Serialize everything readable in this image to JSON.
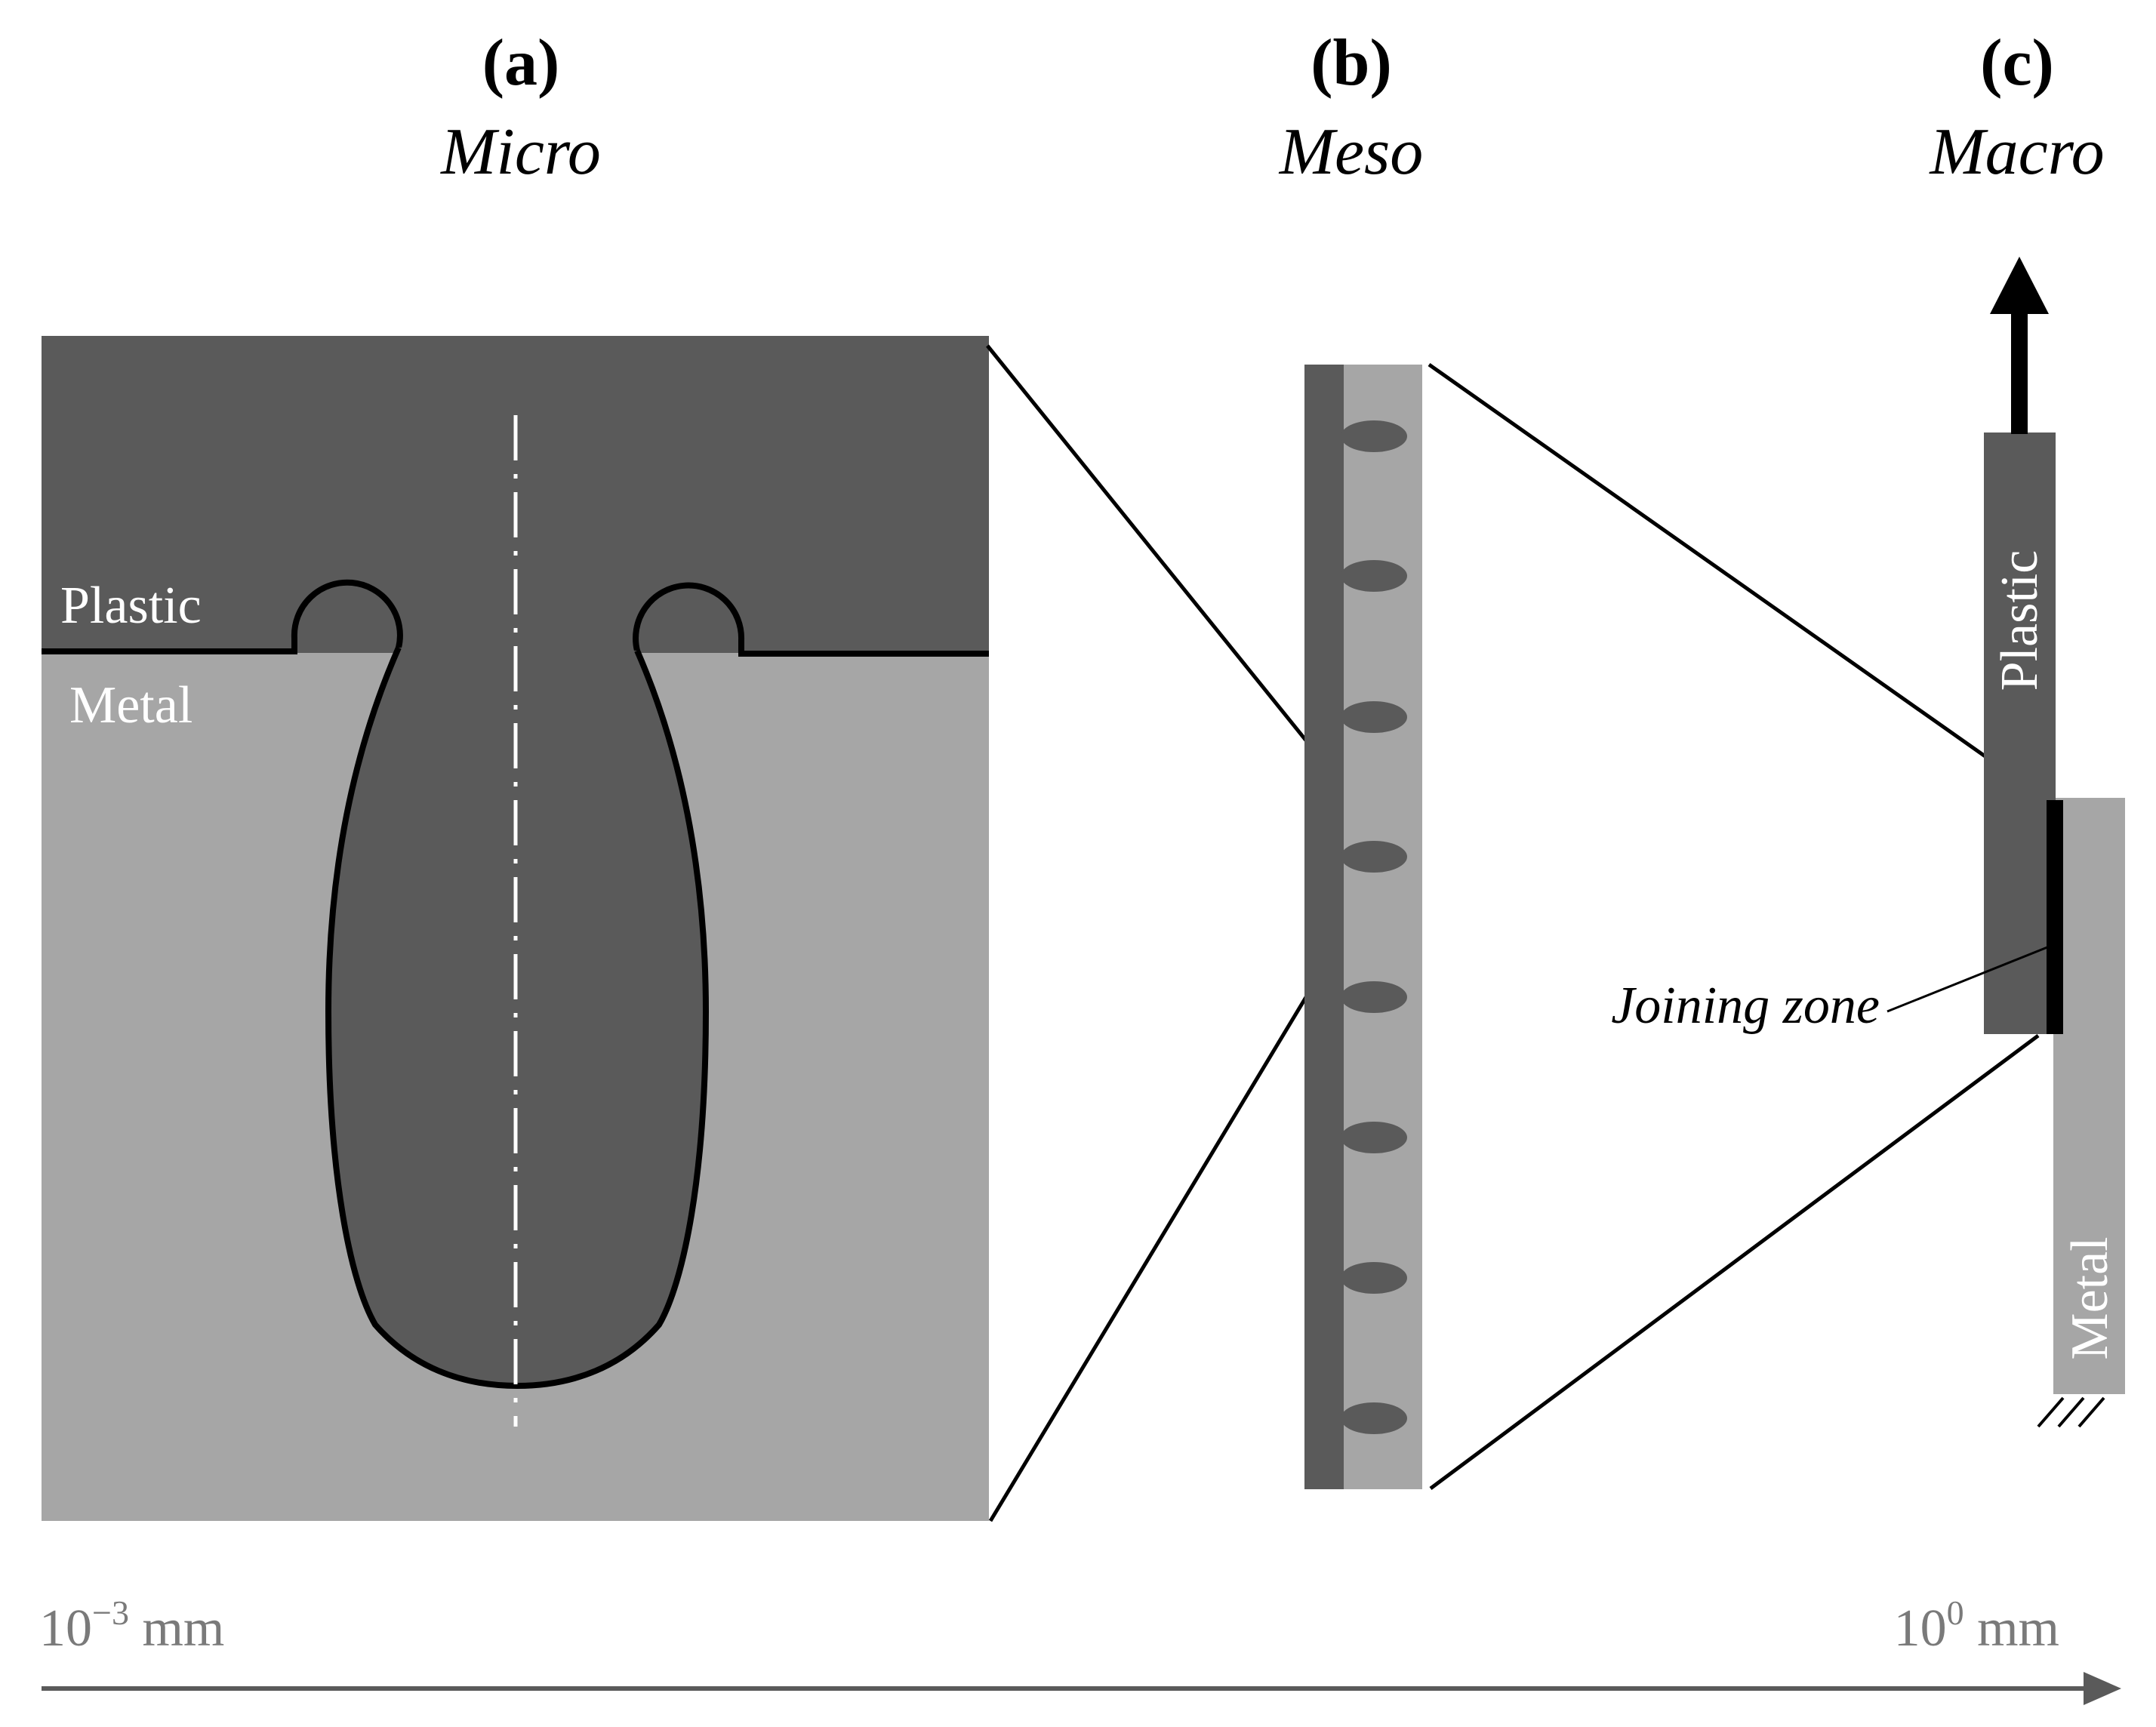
{
  "panels": [
    {
      "letter": "(a)",
      "scale": "Micro"
    },
    {
      "letter": "(b)",
      "scale": "Meso"
    },
    {
      "letter": "(c)",
      "scale": "Macro"
    }
  ],
  "micro": {
    "plastic_label": "Plastic",
    "metal_label": "Metal"
  },
  "macro": {
    "plastic_label": "Plastic",
    "metal_label": "Metal",
    "joining_zone_label": "Joining zone"
  },
  "scale_axis": {
    "left_base": "10",
    "left_exp": "−3",
    "left_unit": " mm",
    "right_base": "10",
    "right_exp": "0",
    "right_unit": " mm"
  },
  "colors": {
    "plastic": "#5a5a5a",
    "metal": "#a6a6a6",
    "outline": "#000000",
    "scale_axis": "#5a5a5a",
    "scale_text": "#7a7a7a"
  }
}
